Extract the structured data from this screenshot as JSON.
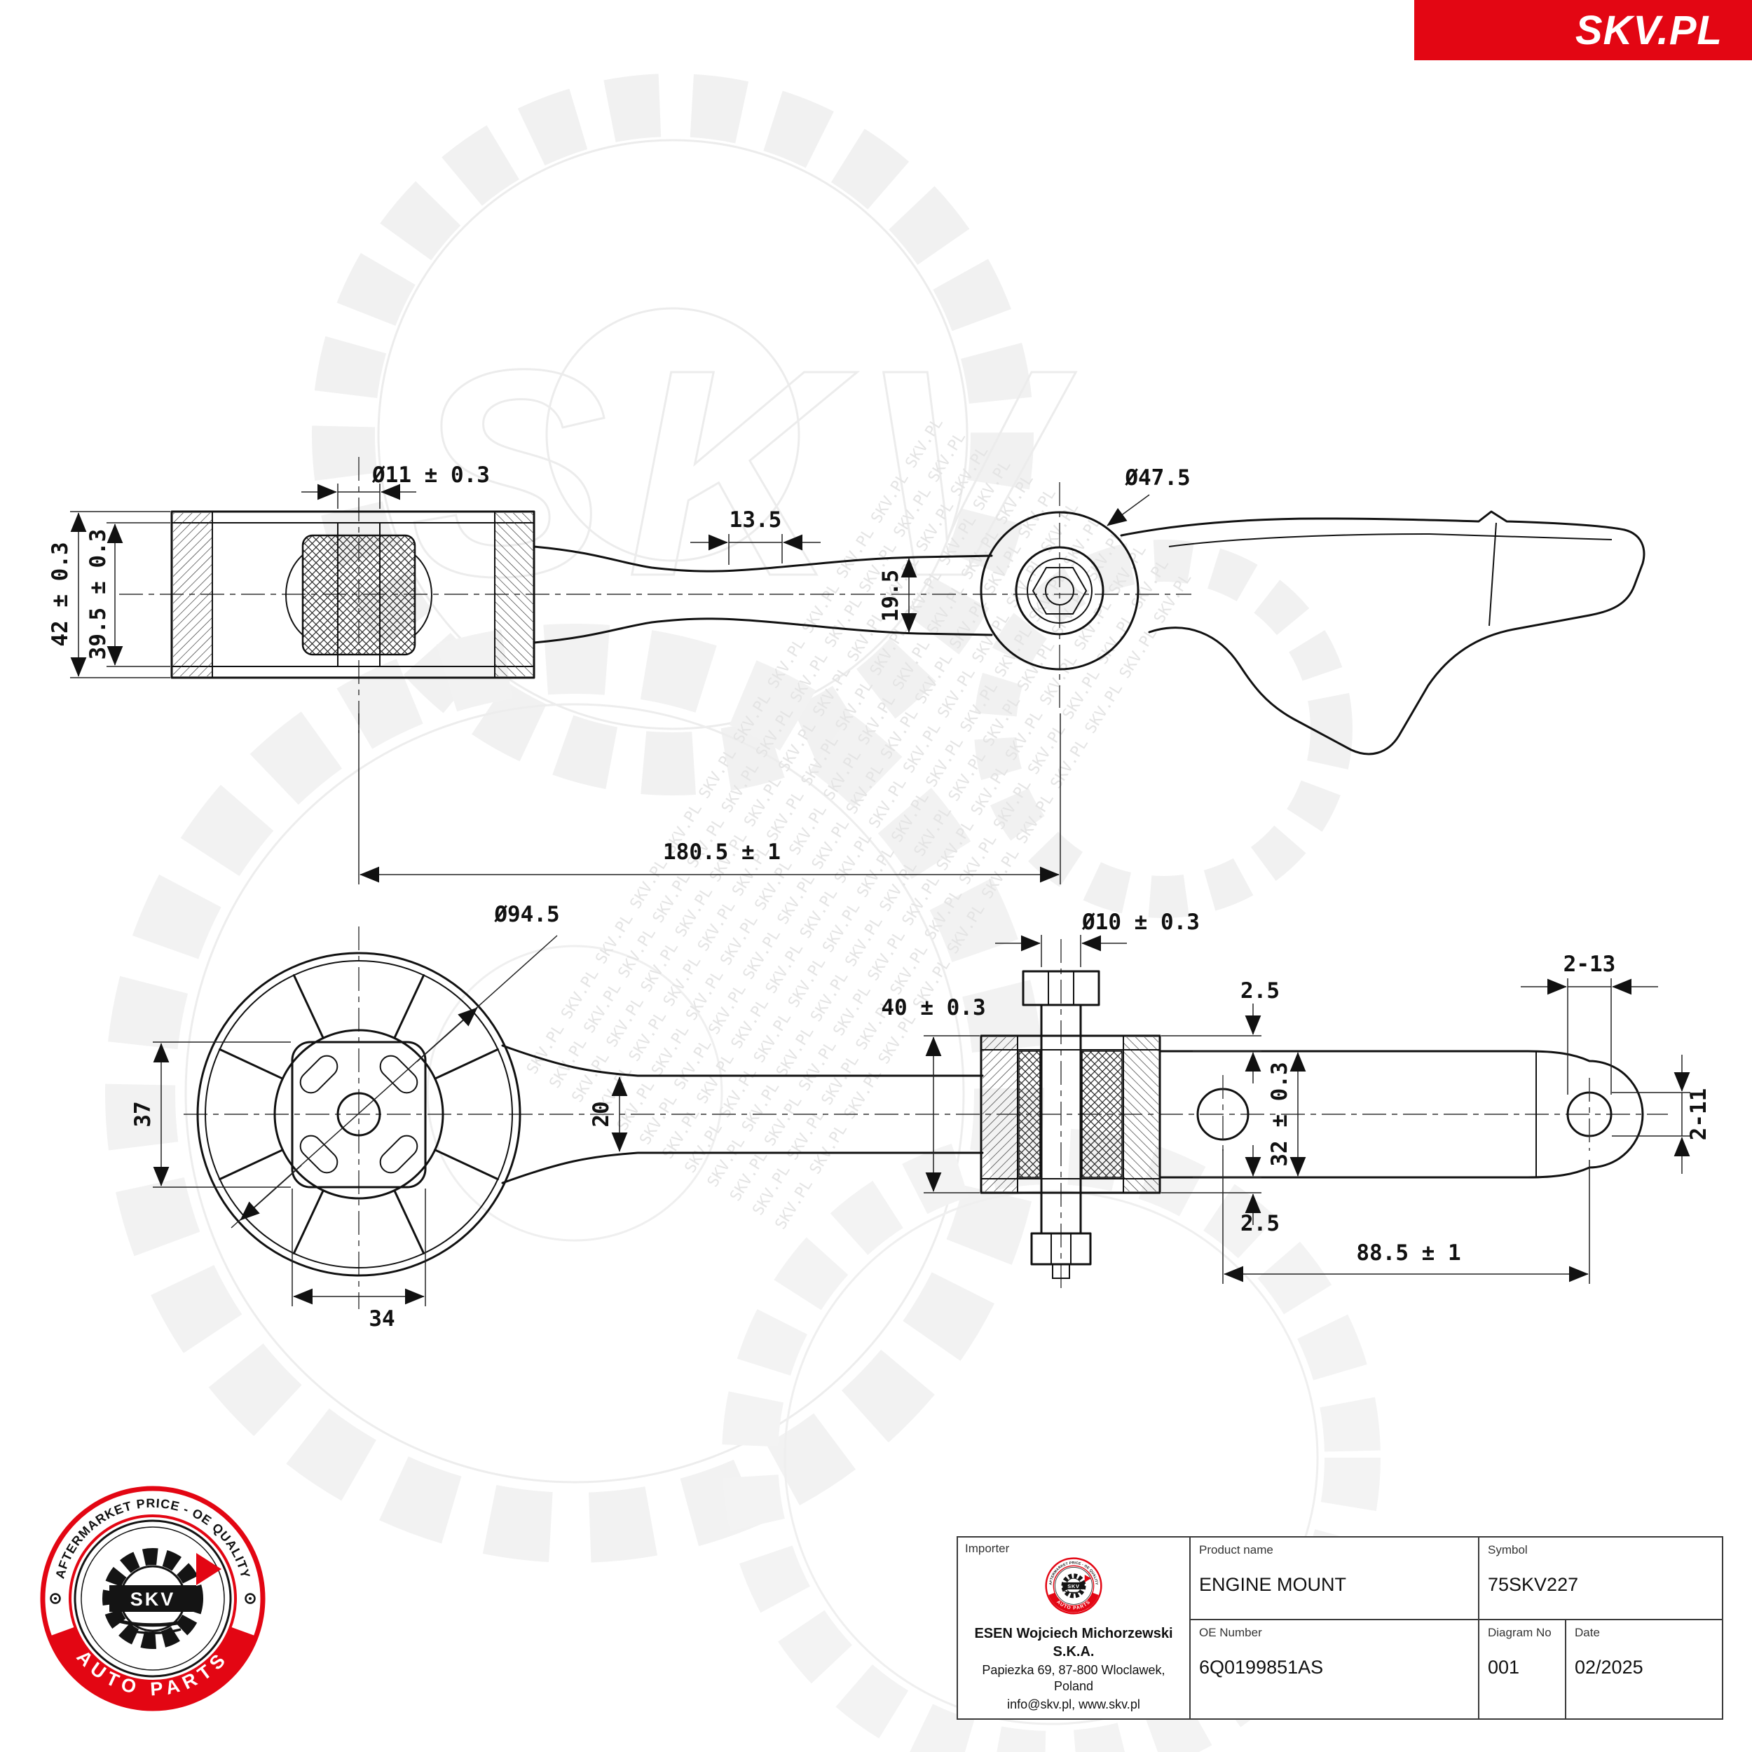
{
  "banner": {
    "brand": "SKV.PL"
  },
  "colors": {
    "brand_red": "#e30613",
    "line": "#111111",
    "watermark": "#ececec"
  },
  "watermark": {
    "text": "SKV",
    "pattern": "SKV.PL SKV.PL SKV.PL SKV.PL SKV.PL SKV.PL SKV.PL SKV.PL SKV.PL SKV.PL SKV.PL SKV.PL"
  },
  "drawing": {
    "side": {
      "d11": "Ø11 ± 0.3",
      "d42": "42 ± 0.3",
      "d395": "39.5 ± 0.3",
      "d135": "13.5",
      "d195": "19.5",
      "d475": "Ø47.5"
    },
    "front": {
      "d945": "Ø94.5",
      "d37": "37",
      "d34": "34"
    },
    "plan": {
      "d1805": "180.5 ± 1",
      "d10": "Ø10 ± 0.3",
      "d40": "40 ± 0.3",
      "d20": "20",
      "d25a": "2.5",
      "d32": "32 ± 0.3",
      "d25b": "2.5",
      "d213": "2-13",
      "d211": "2-11",
      "d885": "88.5 ± 1"
    }
  },
  "stamp": {
    "arc_top": "AFTERMARKET PRICE - OE QUALITY",
    "arc_bottom": "AUTO PARTS",
    "center": "SKV"
  },
  "title_block": {
    "importer_label": "Importer",
    "company": "ESEN Wojciech Michorzewski S.K.A.",
    "address": "Papiezka 69, 87-800 Wloclawek, Poland",
    "contact": "info@skv.pl, www.skv.pl",
    "product_label": "Product name",
    "product": "ENGINE MOUNT",
    "symbol_label": "Symbol",
    "symbol": "75SKV227",
    "oe_label": "OE Number",
    "oe": "6Q0199851AS",
    "diagram_label": "Diagram No",
    "diagram": "001",
    "date_label": "Date",
    "date": "02/2025"
  }
}
